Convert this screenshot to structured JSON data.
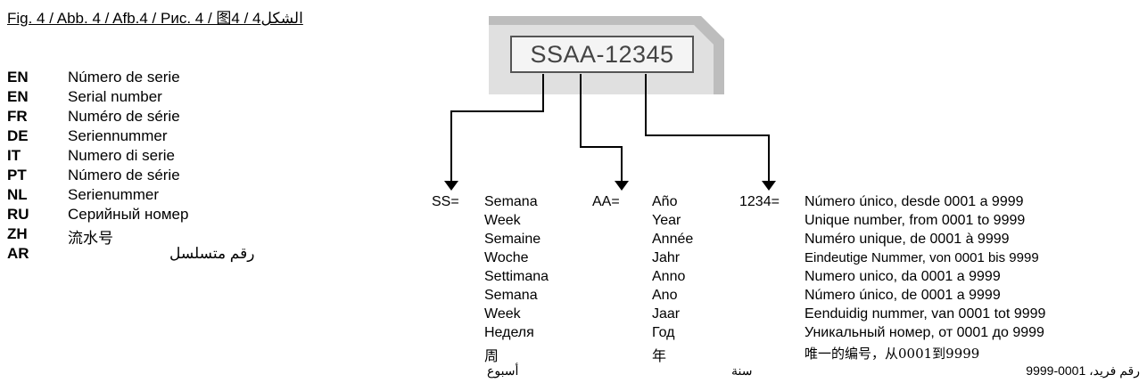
{
  "caption": "Fig. 4 / Abb. 4 / Afb.4 / Рис. 4 / 图4 / 4الشكل",
  "label_code": "SSAA-12345",
  "languages": [
    {
      "code": "EN",
      "text": "Número de serie"
    },
    {
      "code": "EN",
      "text": "Serial number"
    },
    {
      "code": "FR",
      "text": "Numéro de série"
    },
    {
      "code": "DE",
      "text": "Seriennummer"
    },
    {
      "code": "IT",
      "text": "Numero di serie"
    },
    {
      "code": "PT",
      "text": "Número de série"
    },
    {
      "code": "NL",
      "text": "Serienummer"
    },
    {
      "code": "RU",
      "text": "Серийный номер"
    },
    {
      "code": "ZH",
      "text": "流水号"
    },
    {
      "code": "AR",
      "text": "رقم متسلسل"
    }
  ],
  "ss_key": "SS=",
  "aa_key": "AA=",
  "num_key": "1234=",
  "week_words": [
    "Semana",
    "Week",
    "Semaine",
    "Woche",
    "Settimana",
    "Semana",
    "Week",
    "Неделя",
    "周",
    "أسبوع"
  ],
  "year_words": [
    "Año",
    "Year",
    "Année",
    "Jahr",
    "Anno",
    "Ano",
    "Jaar",
    "Год",
    "年",
    "سنة"
  ],
  "number_words": [
    "Número único, desde 0001 a 9999",
    "Unique number, from 0001 to 9999",
    "Numéro unique, de 0001 à 9999",
    "Eindeutige Nummer, von 0001 bis 9999",
    "Numero unico, da 0001 a 9999",
    "Número único, de 0001 a 9999",
    "Eenduidig nummer, van 0001 tot 9999",
    "Уникальный номер, от 0001 до 9999",
    "唯一的编号，从0001到9999",
    "رقم فريد، 0001-9999"
  ]
}
